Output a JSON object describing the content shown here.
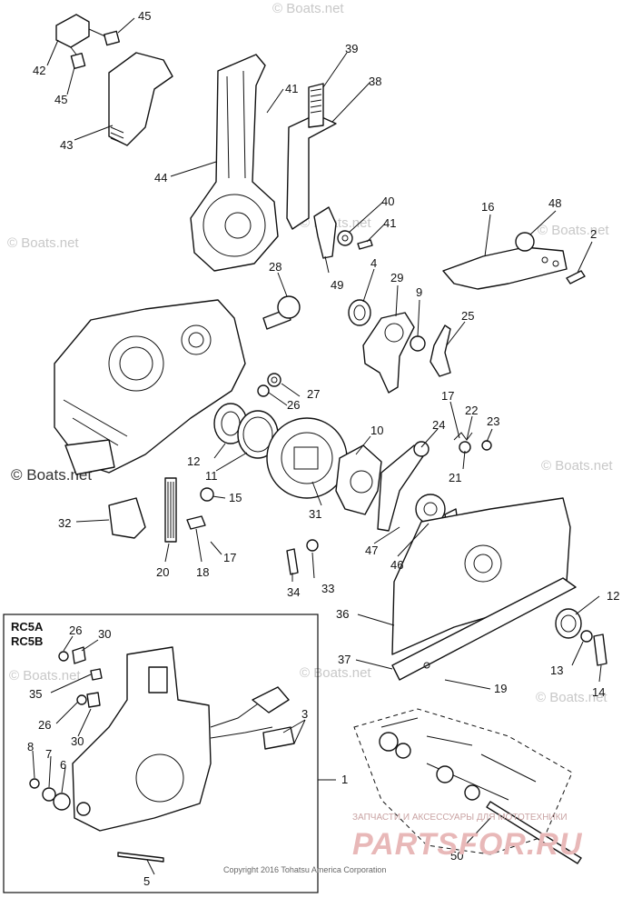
{
  "diagram": {
    "model_labels": [
      "RC5A",
      "RC5B"
    ],
    "callouts": [
      "1",
      "2",
      "3",
      "4",
      "5",
      "6",
      "7",
      "8",
      "9",
      "10",
      "11",
      "12",
      "13",
      "14",
      "15",
      "16",
      "17",
      "18",
      "19",
      "20",
      "21",
      "22",
      "23",
      "24",
      "25",
      "26",
      "27",
      "28",
      "29",
      "30",
      "31",
      "32",
      "33",
      "34",
      "35",
      "36",
      "37",
      "38",
      "39",
      "40",
      "41",
      "42",
      "43",
      "44",
      "45",
      "46",
      "47",
      "48",
      "49",
      "50"
    ],
    "watermark": "© Boats.net",
    "copyright": "Copyright 2016 Tohatsu America Corporation",
    "shop_banner": "ЗАПЧАСТИ И АКСЕССУАРЫ ДЛЯ МОТОТЕХНИКИ",
    "shop_brand": "PARTSFOR.RU"
  },
  "colors": {
    "line": "#111111",
    "watermark": "#c8c8c8",
    "brand": "#e8b8b8"
  }
}
